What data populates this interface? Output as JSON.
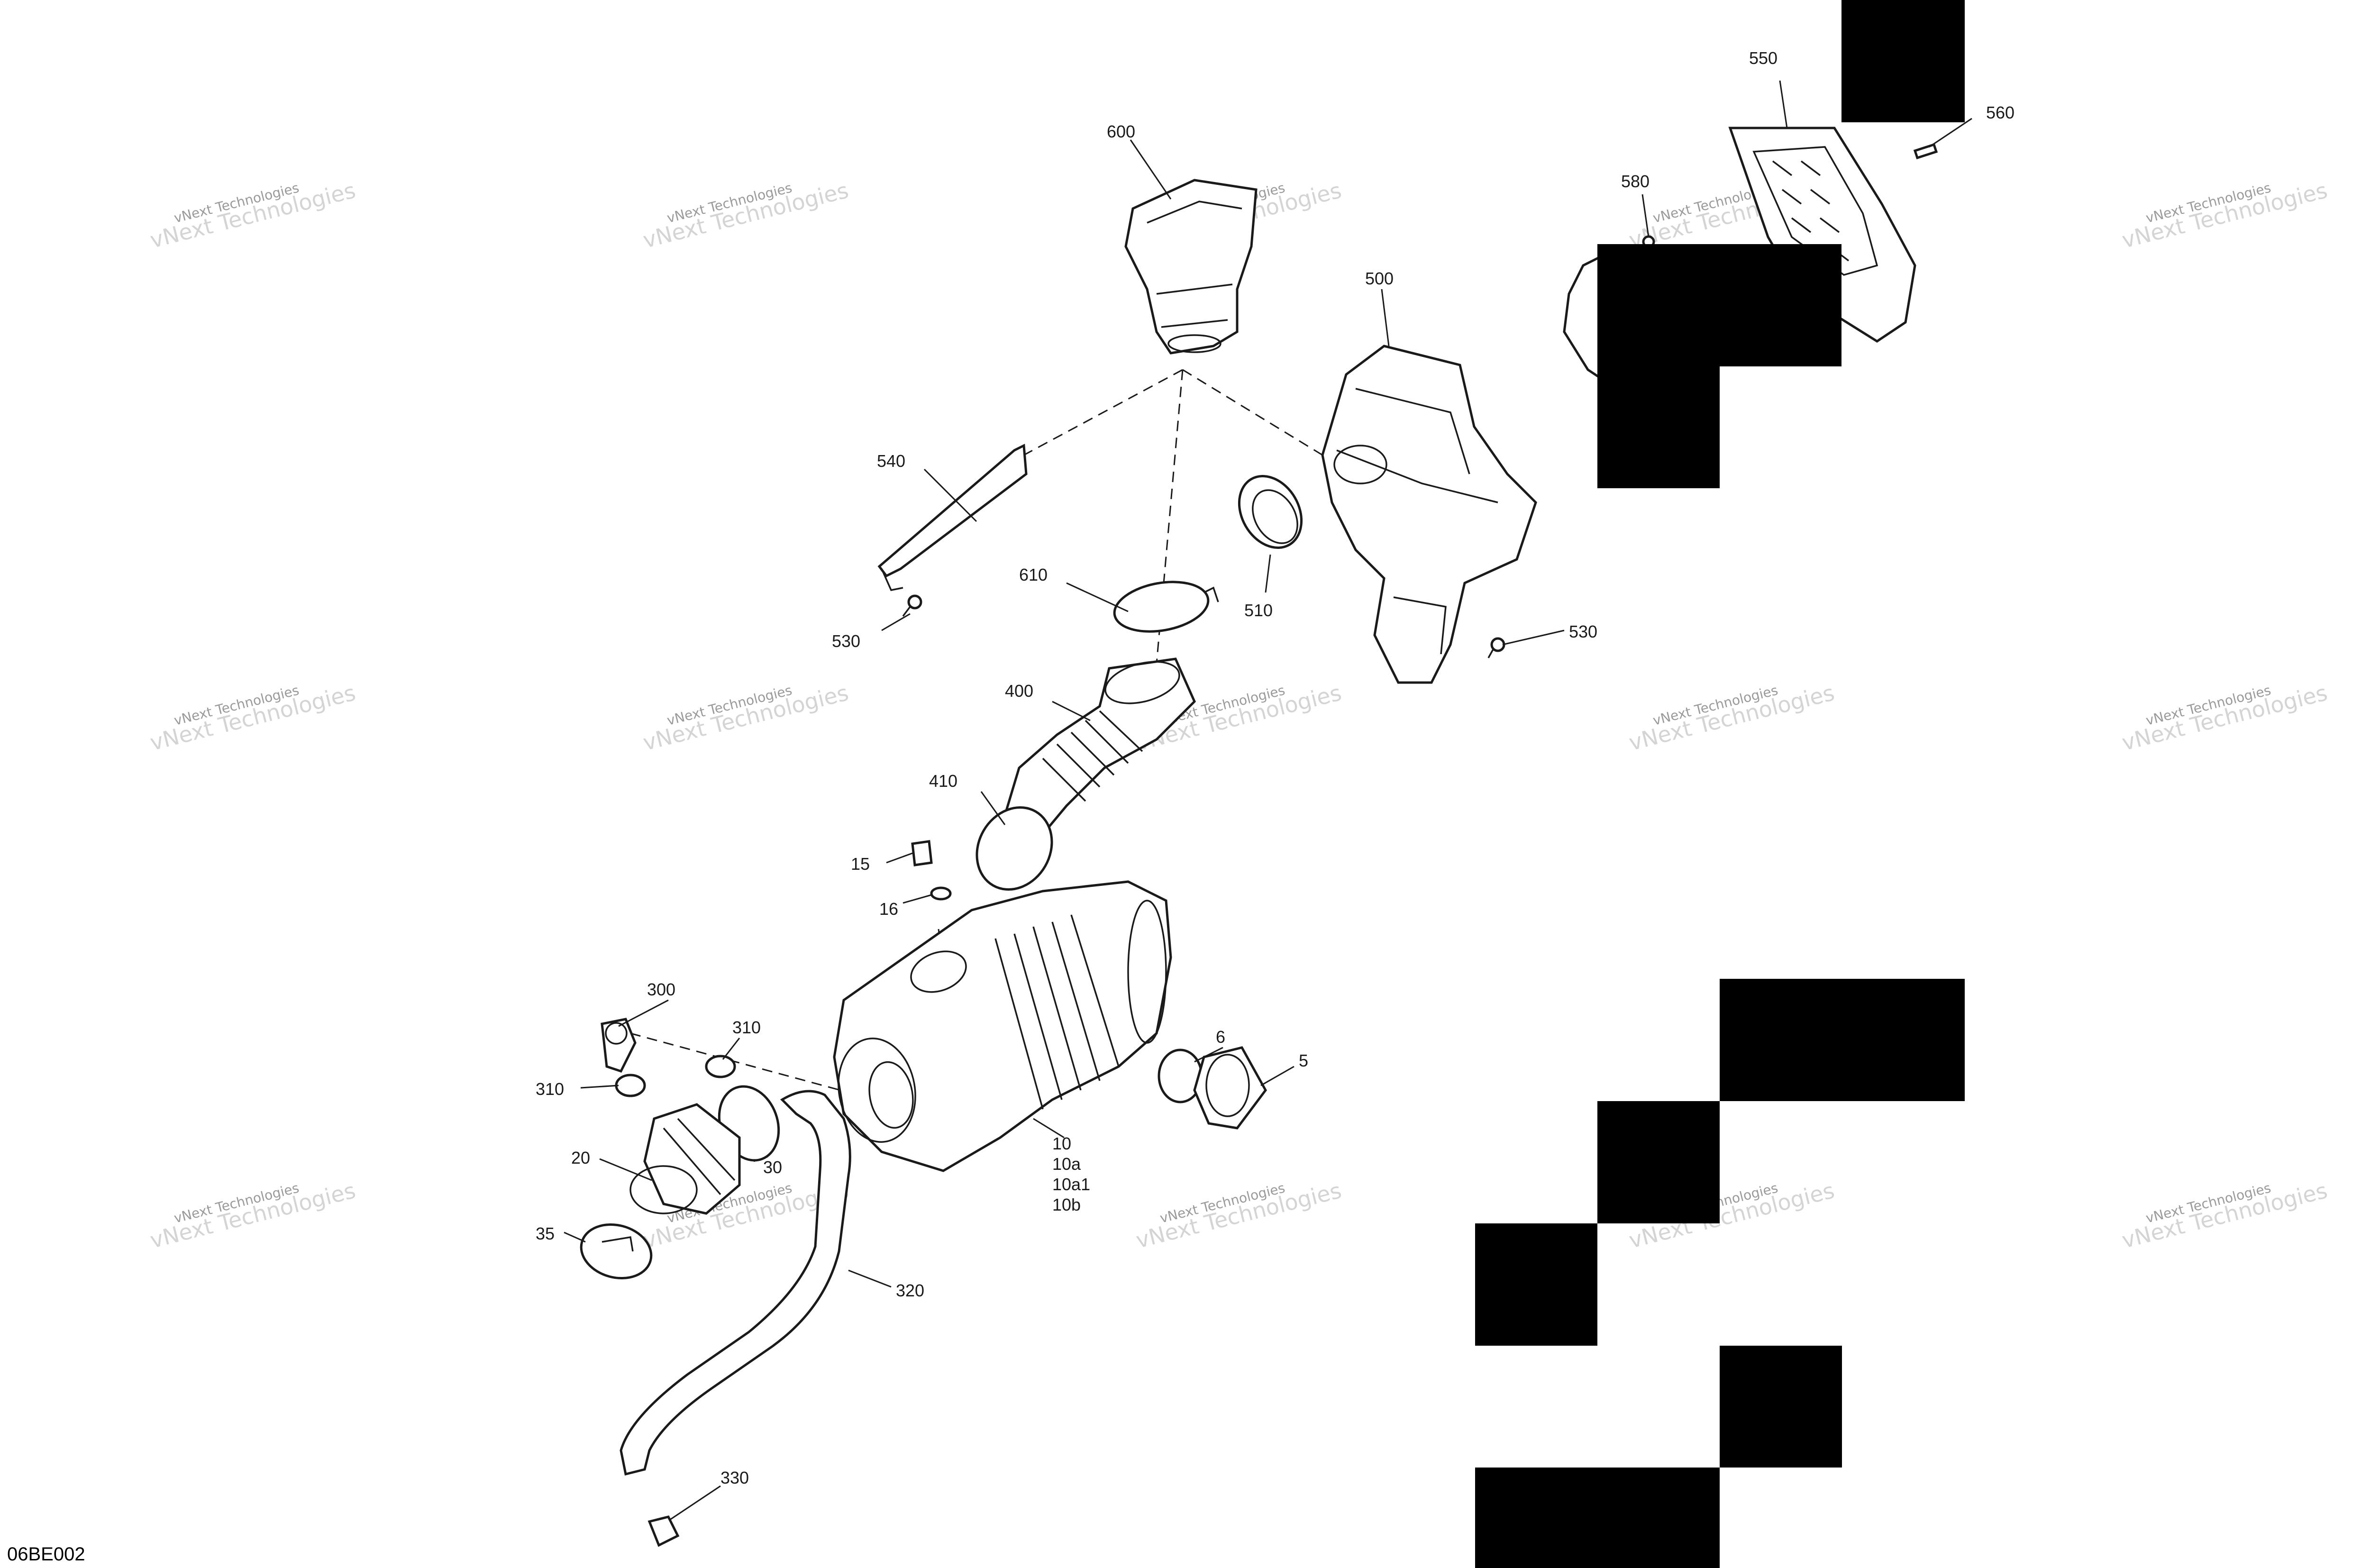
{
  "diagram_code": "06BE002",
  "watermark": {
    "line1": "vNext Technologies",
    "line2": "vNext Technologies"
  },
  "callouts": {
    "c600": "600",
    "c550": "550",
    "c560": "560",
    "c580": "580",
    "c500": "500",
    "c540": "540",
    "c610": "610",
    "c510": "510",
    "c530a": "530",
    "c530b": "530",
    "c400": "400",
    "c410": "410",
    "c15": "15",
    "c16": "16",
    "c300": "300",
    "c310a": "310",
    "c310b": "310",
    "c6": "6",
    "c5": "5",
    "c20": "20",
    "c30": "30",
    "c35": "35",
    "c10": "10",
    "c10a": "10a",
    "c10a1": "10a1",
    "c10b": "10b",
    "c320": "320",
    "c330": "330"
  }
}
